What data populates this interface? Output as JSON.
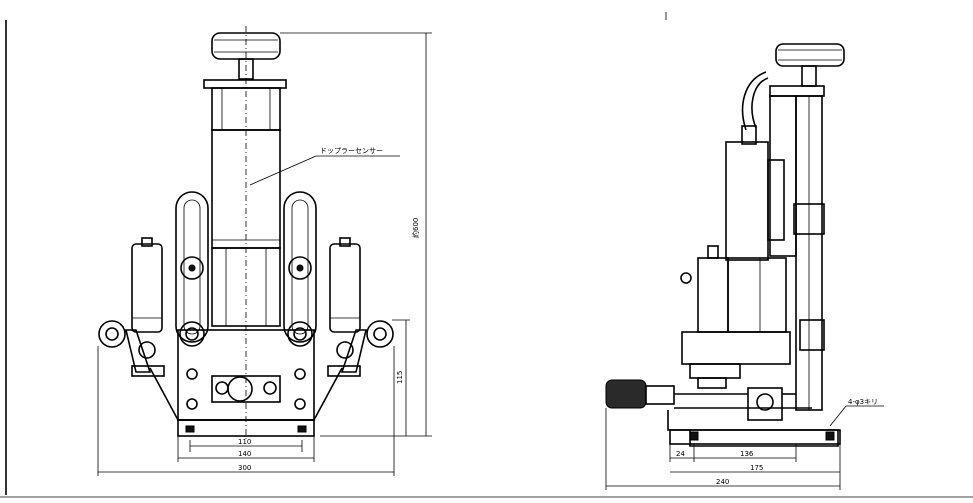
{
  "front_view": {
    "sensor_label": "ドップラーセンサー",
    "dimensions": {
      "height_total": "約600",
      "height_base": "115",
      "width_110": "110",
      "width_140": "140",
      "width_300": "300"
    }
  },
  "side_view": {
    "hole_note": "4-φ3キリ",
    "dimensions": {
      "d24": "24",
      "d136": "136",
      "d175": "175",
      "d240": "240"
    }
  }
}
